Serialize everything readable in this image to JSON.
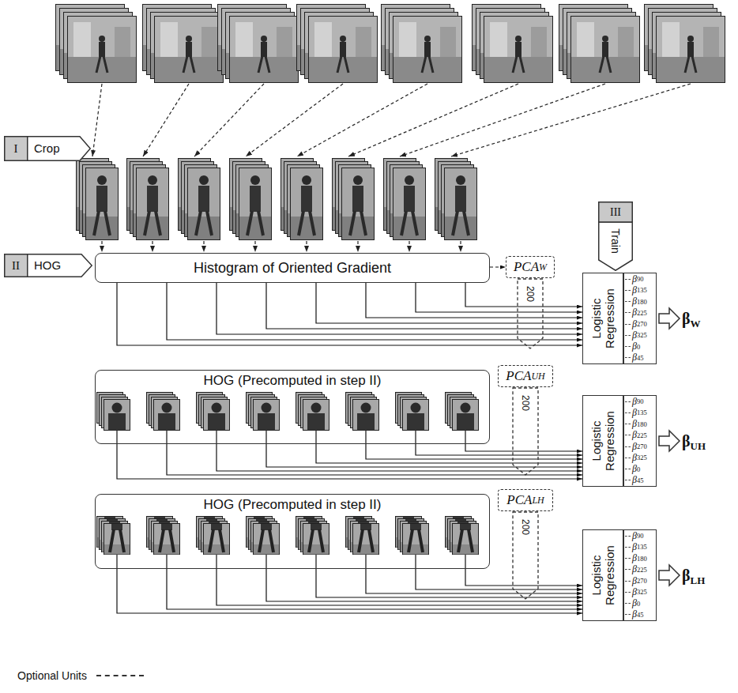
{
  "diagram": {
    "nodes": [
      {
        "text": [
          "I",
          "Crop"
        ]
      },
      {
        "text": [
          "III",
          "Train"
        ]
      },
      {
        "text": [
          "II",
          "HOG"
        ]
      },
      {
        "text": [
          "Histogram of Oriented Gradient"
        ]
      },
      {
        "text": [
          "PCA",
          "W"
        ]
      },
      {
        "text": [
          "200"
        ]
      },
      {
        "text": [
          "Logistic Regression"
        ]
      },
      {
        "text": [
          "β",
          "90",
          "β",
          "135",
          "β",
          "180",
          "β",
          "225",
          "β",
          "270",
          "β",
          "325",
          "β",
          "0",
          "β",
          "45"
        ]
      },
      {
        "text": [
          "β",
          "W"
        ]
      },
      {
        "text": [
          "HOG (Precomputed in step II)"
        ]
      },
      {
        "text": [
          "PCA",
          "UH"
        ]
      },
      {
        "text": [
          "200"
        ]
      },
      {
        "text": [
          "Logistic Regression"
        ]
      },
      {
        "text": [
          "β",
          "90",
          "β",
          "135",
          "β",
          "180",
          "β",
          "225",
          "β",
          "270",
          "β",
          "325",
          "β",
          "0",
          "β",
          "45"
        ]
      },
      {
        "text": [
          "β",
          "UH"
        ]
      },
      {
        "text": [
          "HOG (Precomputed in step II)"
        ]
      },
      {
        "text": [
          "PCA",
          "LH"
        ]
      },
      {
        "text": [
          "200"
        ]
      },
      {
        "text": [
          "Logistic Regression"
        ]
      },
      {
        "text": [
          "β",
          "90",
          "β",
          "135",
          "β",
          "180",
          "β",
          "225",
          "β",
          "270",
          "β",
          "325",
          "β",
          "0",
          "β",
          "45"
        ]
      },
      {
        "text": [
          "β",
          "LH"
        ]
      }
    ],
    "edges": [
      {
        "from": 3,
        "to": 4,
        "arrow": "to"
      },
      {
        "from": 3,
        "to": 6,
        "arrow": "to"
      },
      {
        "from": 3,
        "to": 6,
        "arrow": "to"
      },
      {
        "from": 3,
        "to": 6,
        "arrow": "to"
      },
      {
        "from": 3,
        "to": 6,
        "arrow": "to"
      },
      {
        "from": 3,
        "to": 6,
        "arrow": "to"
      },
      {
        "from": 3,
        "to": 6,
        "arrow": "to"
      },
      {
        "from": 3,
        "to": 6,
        "arrow": "to"
      },
      {
        "from": 3,
        "to": 6,
        "arrow": "to"
      },
      {
        "from": 9,
        "to": 12,
        "arrow": "to"
      },
      {
        "from": 9,
        "to": 12,
        "arrow": "to"
      },
      {
        "from": 9,
        "to": 12,
        "arrow": "to"
      },
      {
        "from": 9,
        "to": 12,
        "arrow": "to"
      },
      {
        "from": 9,
        "to": 12,
        "arrow": "to"
      },
      {
        "from": 9,
        "to": 12,
        "arrow": "to"
      },
      {
        "from": 9,
        "to": 12,
        "arrow": "to"
      },
      {
        "from": 9,
        "to": 12,
        "arrow": "to"
      },
      {
        "from": 15,
        "to": 18,
        "arrow": "to"
      },
      {
        "from": 15,
        "to": 18,
        "arrow": "to"
      },
      {
        "from": 15,
        "to": 18,
        "arrow": "to"
      },
      {
        "from": 15,
        "to": 18,
        "arrow": "to"
      },
      {
        "from": 15,
        "to": 18,
        "arrow": "to"
      },
      {
        "from": 15,
        "to": 18,
        "arrow": "to"
      },
      {
        "from": 15,
        "to": 18,
        "arrow": "to"
      },
      {
        "from": 15,
        "to": 18,
        "arrow": "to"
      }
    ],
    "legend": [
      {
        "text": "Optional Units"
      }
    ]
  }
}
